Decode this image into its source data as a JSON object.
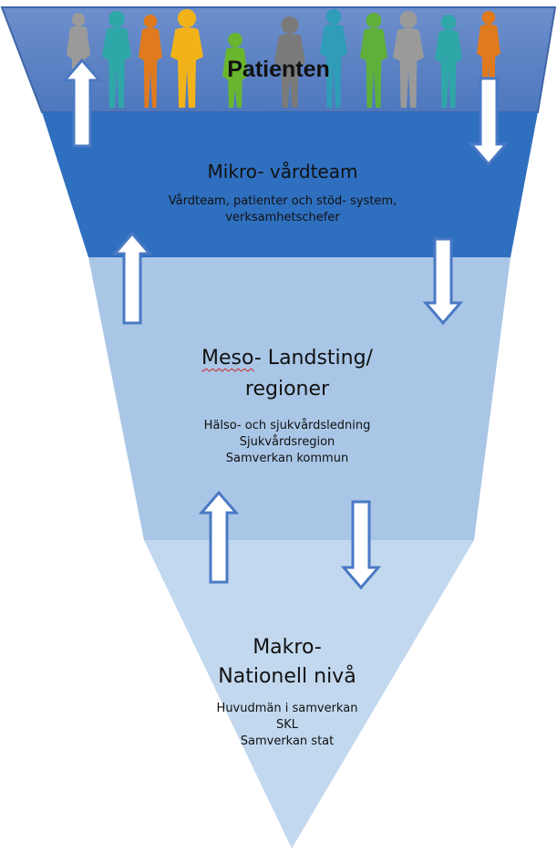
{
  "banner": {
    "label": "Patienten"
  },
  "levels": [
    {
      "id": "mikro",
      "title_lines": [
        "Mikro- vårdteam"
      ],
      "body_lines": [
        "Vårdteam, patienter och stöd- system,",
        "verksamhetschefer"
      ],
      "color": "#2f6fbf"
    },
    {
      "id": "meso",
      "title_lines": [
        "Meso- Landsting/",
        "regioner"
      ],
      "body_lines": [
        "Hälso- och sjukvårdsledning",
        "Sjukvårdsregion",
        "Samverkan kommun"
      ],
      "color": "#a9c6e6"
    },
    {
      "id": "makro",
      "title_lines": [
        "Makro-",
        "Nationell nivå"
      ],
      "body_lines": [
        "Huvudmän i samverkan",
        "SKL",
        "Samverkan stat"
      ],
      "color": "#c2d8ee"
    }
  ],
  "colors": {
    "banner_fill": "#5b82c4",
    "arrow_fill": "#ffffff",
    "arrow_stroke": "#4a79c4",
    "people": [
      "#9a9a9a",
      "#2fa7a8",
      "#e07a1e",
      "#f2b31a",
      "#6ab52e",
      "#7a7a7a",
      "#2f9cb8",
      "#5fb03a"
    ]
  },
  "arrows": [
    {
      "name": "arrow-up-patient-left",
      "dir": "up"
    },
    {
      "name": "arrow-down-patient-right",
      "dir": "down"
    },
    {
      "name": "arrow-up-mikro-left",
      "dir": "up"
    },
    {
      "name": "arrow-down-mikro-right",
      "dir": "down"
    },
    {
      "name": "arrow-up-meso-left",
      "dir": "up"
    },
    {
      "name": "arrow-down-meso-right",
      "dir": "down"
    }
  ]
}
